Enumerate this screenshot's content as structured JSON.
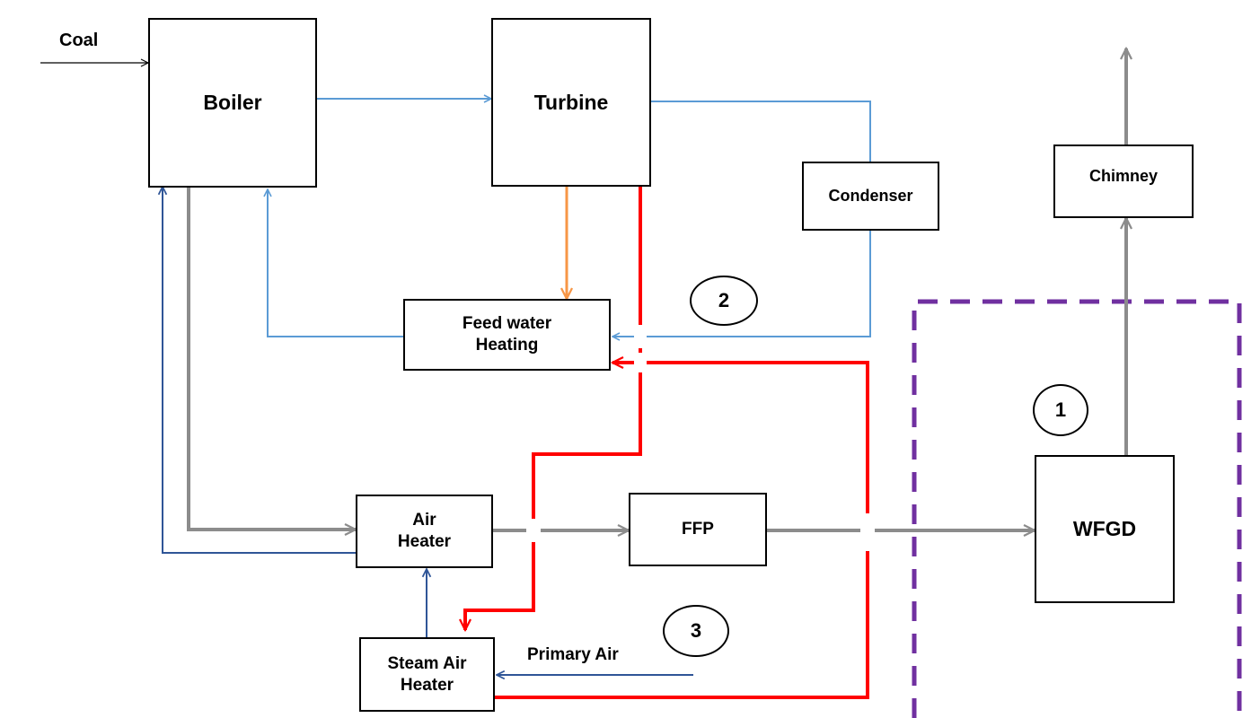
{
  "components": {
    "boiler": "Boiler",
    "turbine": "Turbine",
    "condenser": "Condenser",
    "chimney": "Chimney",
    "feed_water_heating": "Feed water\nHeating",
    "air_heater": "Air\nHeater",
    "ffp": "FFP",
    "wfgd": "WFGD",
    "steam_air_heater": "Steam Air\nHeater"
  },
  "flow_labels": {
    "coal": "Coal",
    "primary_air": "Primary Air"
  },
  "markers": [
    "1",
    "2",
    "3"
  ],
  "colors": {
    "feedwater_steam": "#5b9bd5",
    "extraction_steam": "#f79646",
    "heating_steam": "#ff0000",
    "flue_gas": "#8c8c8c",
    "air": "#2f5597",
    "boundary": "#7030a0"
  }
}
